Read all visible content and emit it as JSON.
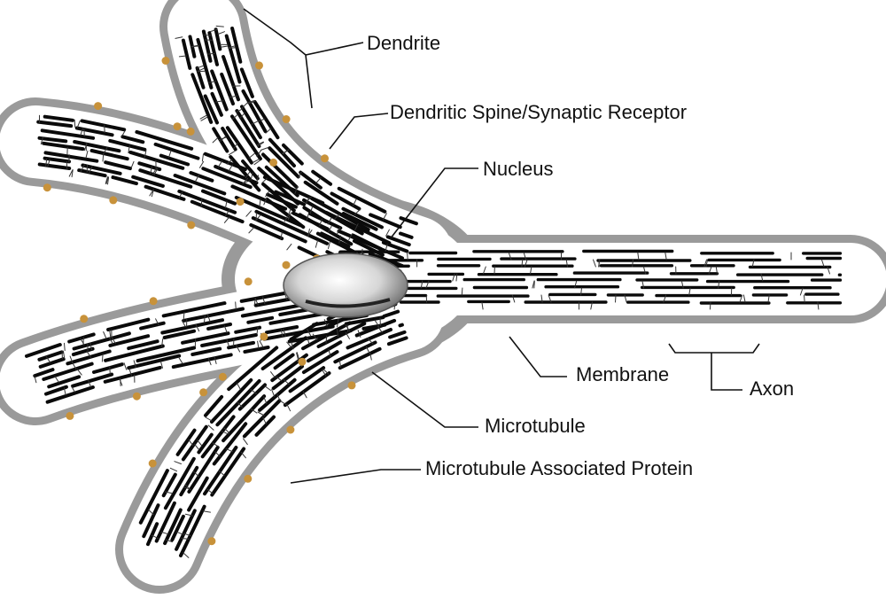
{
  "labels": {
    "dendrite": "Dendrite",
    "spine": "Dendritic Spine/Synaptic Receptor",
    "nucleus": "Nucleus",
    "membrane": "Membrane",
    "axon": "Axon",
    "microtubule": "Microtubule",
    "map": "Microtubule Associated Protein"
  },
  "colors": {
    "background": "#ffffff",
    "membrane_shade": "#9a9a9a",
    "cytoplasm": "#ffffff",
    "microtubule": "#0a0a0a",
    "protein_link": "#333333",
    "receptor": "#c8923a",
    "nucleus": "#bdbdbd",
    "text": "#111111"
  }
}
